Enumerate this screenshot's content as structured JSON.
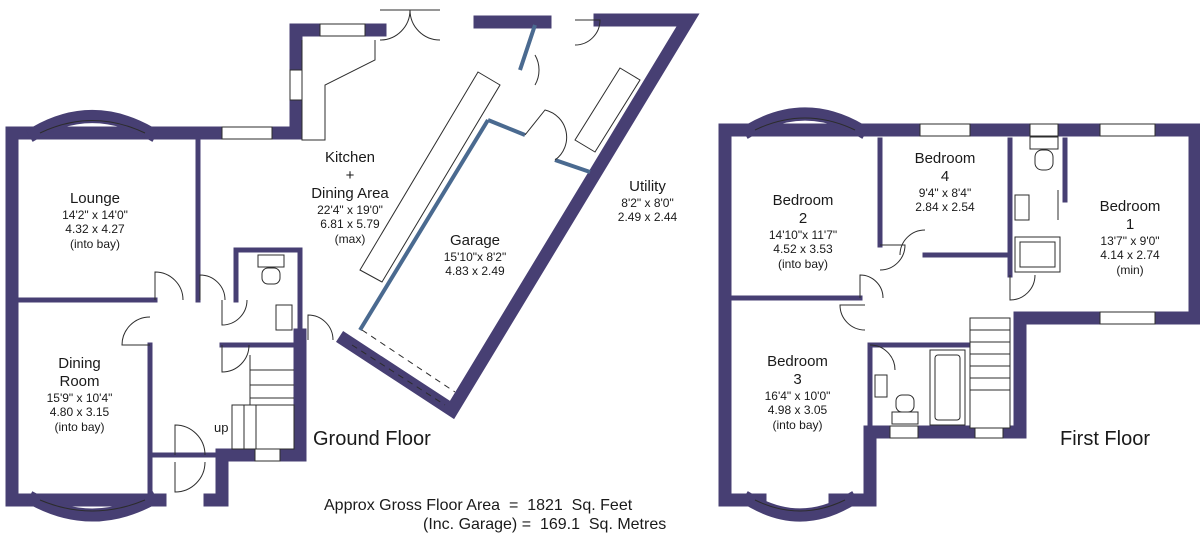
{
  "ground_floor": {
    "title": "Ground Floor",
    "rooms": {
      "lounge": {
        "name": "Lounge",
        "dims": [
          "14'2\" x 14'0\"",
          "4.32 x 4.27",
          "(into bay)"
        ]
      },
      "dining": {
        "name_1": "Dining",
        "name_2": "Room",
        "dims": [
          "15'9\" x 10'4\"",
          "4.80 x 3.15",
          "(into bay)"
        ]
      },
      "kitchen": {
        "name_1": "Kitchen",
        "name_2": "+",
        "name_3": "Dining Area",
        "dims": [
          "22'4\" x 19'0\"",
          "6.81 x 5.79",
          "(max)"
        ]
      },
      "garage": {
        "name": "Garage",
        "dims": [
          "15'10\"x 8'2\"",
          "4.83 x 2.49"
        ]
      },
      "utility": {
        "name": "Utility",
        "dims": [
          "8'2\" x 8'0\"",
          "2.49 x 2.44"
        ]
      }
    },
    "stairs_label": "up"
  },
  "first_floor": {
    "title": "First Floor",
    "rooms": {
      "bedroom2": {
        "name_1": "Bedroom",
        "name_2": "2",
        "dims": [
          "14'10\"x 11'7\"",
          "4.52 x 3.53",
          "(into bay)"
        ]
      },
      "bedroom4": {
        "name_1": "Bedroom",
        "name_2": "4",
        "dims": [
          "9'4\" x 8'4\"",
          "2.84 x 2.54"
        ]
      },
      "bedroom1": {
        "name_1": "Bedroom",
        "name_2": "1",
        "dims": [
          "13'7\" x 9'0\"",
          "4.14 x 2.74",
          "(min)"
        ]
      },
      "bedroom3": {
        "name_1": "Bedroom",
        "name_2": "3",
        "dims": [
          "16'4\" x 10'0\"",
          "4.98 x 3.05",
          "(into bay)"
        ]
      }
    }
  },
  "floor_area": {
    "line_1": "Approx Gross Floor Area  =  1821  Sq. Feet",
    "line_2": "(Inc. Garage) =  169.1  Sq. Metres"
  },
  "colors": {
    "wall": "#473f73",
    "inner_wall": "#4a6a90"
  }
}
